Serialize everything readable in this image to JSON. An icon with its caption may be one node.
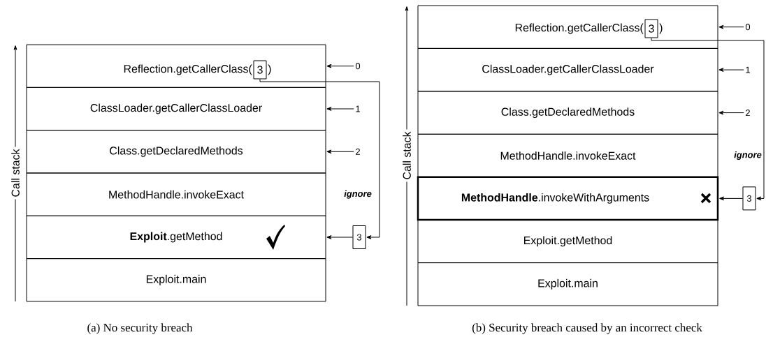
{
  "diagram": {
    "nodes": [
      {
        "text": [
          "Reflection.getCallerClass(",
          ")"
        ]
      },
      {
        "text": [
          "3"
        ],
        "in": 0
      },
      {
        "text": [
          "ClassLoader.getCallerClassLoader"
        ]
      },
      {
        "text": [
          "Class.getDeclaredMethods"
        ]
      },
      {
        "text": [
          "MethodHandle.invokeExact"
        ]
      },
      {
        "text": [
          "**Exploit**.getMethod"
        ]
      },
      {
        "text": [
          "Exploit.main"
        ]
      },
      {
        "text": [
          "0"
        ]
      },
      {
        "text": [
          "1"
        ]
      },
      {
        "text": [
          "2"
        ]
      },
      {
        "text": [
          "3"
        ]
      },
      {
        "text": [
          "Reflection.getCallerClass(",
          ")"
        ]
      },
      {
        "text": [
          "3"
        ],
        "in": 11
      },
      {
        "text": [
          "ClassLoader.getCallerClassLoader"
        ]
      },
      {
        "text": [
          "Class.getDeclaredMethods"
        ]
      },
      {
        "text": [
          "MethodHandle.invokeExact"
        ]
      },
      {
        "text": [
          "**MethodHandle**.invokeWithArguments"
        ]
      },
      {
        "text": [
          "Exploit.getMethod"
        ]
      },
      {
        "text": [
          "Exploit.main"
        ]
      },
      {
        "text": [
          "0"
        ]
      },
      {
        "text": [
          "1"
        ]
      },
      {
        "text": [
          "2"
        ]
      },
      {
        "text": [
          "3"
        ]
      }
    ],
    "edges": [
      {
        "from": 7,
        "to": 0,
        "arrow": "to"
      },
      {
        "from": 8,
        "to": 2,
        "arrow": "to"
      },
      {
        "from": 9,
        "to": 3,
        "arrow": "to"
      },
      {
        "from": 1,
        "to": 10,
        "arrow": "to"
      },
      {
        "from": 10,
        "to": 5,
        "arrow": "to"
      },
      {
        "from": 19,
        "to": 11,
        "arrow": "to"
      },
      {
        "from": 20,
        "to": 13,
        "arrow": "to"
      },
      {
        "from": 21,
        "to": 14,
        "arrow": "to"
      },
      {
        "from": 12,
        "to": 22,
        "arrow": "to"
      },
      {
        "from": 22,
        "to": 16,
        "arrow": "to"
      }
    ],
    "labels": [
      "Call stack",
      "ignore",
      "Call stack",
      "ignore",
      "(a) No security breach",
      "(b) Security breach caused by an incorrect check"
    ]
  }
}
